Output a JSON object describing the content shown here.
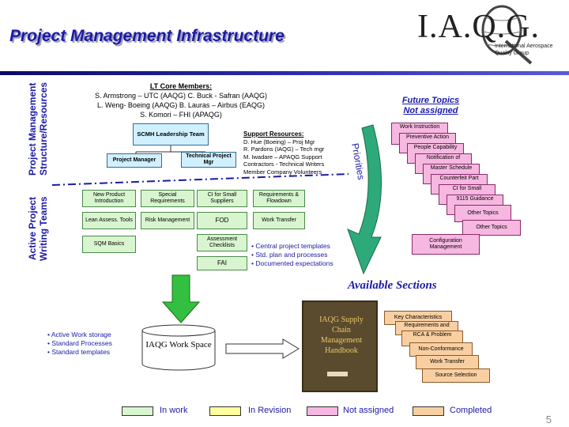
{
  "header": {
    "title": "Project Management Infrastructure",
    "logo_text": "I.A.Q.G.",
    "logo_subtitle_1": "International Aerospace",
    "logo_subtitle_2": "Quality Group"
  },
  "side_labels": {
    "top": "Project Management Structure/Resources",
    "bottom": "Active Project Writing Teams"
  },
  "core_team": {
    "heading": "LT Core Members:",
    "line1": "S. Armstrong – UTC (AAQG)    C. Buck - Safran (AAQG)",
    "line2": "L. Weng- Boeing (AAQG)    B. Lauras – Airbus (EAQG)",
    "line3": "S. Komori – FHI (APAQG)"
  },
  "org": {
    "leadership": "SCMH Leadership Team",
    "project_manager": "Project Manager",
    "technical_pm": "Technical Project  Mgr"
  },
  "support": {
    "heading": "Support Resources:",
    "line1": "D. Hue (Boeing) – Proj Mgr",
    "line2": "R. Pardons (IAQG) – Tech mgr",
    "line3": "M. Iwadare – APAQG Support",
    "line4": "Contractors - Technical Writers",
    "line5": "Member Company Volunteers"
  },
  "priorities_label": "Priorities",
  "future": {
    "heading_1": "Future Topics",
    "heading_2": "Not assigned",
    "items": [
      "Work Instruction",
      "Preventive Action",
      "People Capability",
      "Notification of",
      "Master Schedule",
      "Counterfeit Part",
      "CI for Small",
      "9115 Guidance",
      "Other Topics",
      "Other Topics"
    ],
    "config": "Configuration Management"
  },
  "teams": {
    "new_product": "New Product Introduction",
    "special_req": "Special Requirements",
    "ci_small": "CI for Small Suppliers",
    "req_flowdown": "Requirements & Flowdown",
    "lean": "Lean Assess. Tools",
    "risk": "Risk Management",
    "fod": "FOD",
    "work_transfer": "Work Transfer",
    "sqm": "SQM Basics",
    "assessment": "Assessment Checklists",
    "fai": "FAI"
  },
  "team_bullets": [
    "• Central project templates",
    "• Std. plan and processes",
    "• Documented expectations"
  ],
  "storage_bullets": [
    "• Active Work storage",
    "• Standard Processes",
    "• Standard templates"
  ],
  "workspace": "IAQG Work Space",
  "available": {
    "heading": "Available Sections",
    "handbook_title": "IAQG Supply Chain Management Handbook",
    "items": [
      "Key Characteristics",
      "Requirements and",
      "RCA & Problem",
      "Non-Conformance",
      "Work Transfer",
      "Source Selection"
    ]
  },
  "legend": {
    "in_work": "In work",
    "in_revision": "In Revision",
    "not_assigned": "Not assigned",
    "completed": "Completed",
    "colors": {
      "in_work": "#d8f5cf",
      "in_revision": "#ffffa0",
      "not_assigned": "#f6b8e0",
      "completed": "#f9cfa2"
    }
  },
  "page_number": "5"
}
